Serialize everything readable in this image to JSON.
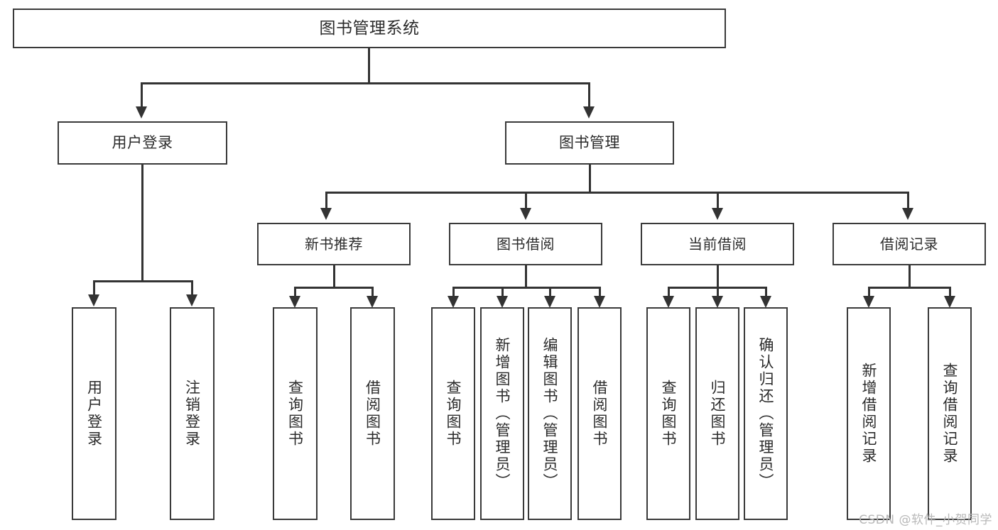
{
  "diagram": {
    "type": "tree-hierarchy",
    "title": "图书管理系统",
    "watermark": "CSDN @软件_小贺同学",
    "colors": {
      "stroke": "#333333",
      "box_border": "#3a3a3a",
      "text": "#2b2b2b",
      "background": "#ffffff",
      "watermark": "#b8b8b8"
    },
    "root": {
      "id": "root",
      "label": "图书管理系统"
    },
    "level2": [
      {
        "id": "user-login",
        "label": "用户登录"
      },
      {
        "id": "book-manage",
        "label": "图书管理"
      }
    ],
    "level3": [
      {
        "id": "new-book-recommend",
        "label": "新书推荐",
        "parent": "book-manage"
      },
      {
        "id": "book-borrow",
        "label": "图书借阅",
        "parent": "book-manage"
      },
      {
        "id": "current-borrow",
        "label": "当前借阅",
        "parent": "book-manage"
      },
      {
        "id": "borrow-record",
        "label": "借阅记录",
        "parent": "book-manage"
      }
    ],
    "leaves": {
      "user-login": [
        {
          "id": "leaf-user-login",
          "label": "用户登录"
        },
        {
          "id": "leaf-user-logout",
          "label": "注销登录"
        }
      ],
      "new-book-recommend": [
        {
          "id": "leaf-query-book-1",
          "label": "查询图书"
        },
        {
          "id": "leaf-borrow-book-1",
          "label": "借阅图书"
        }
      ],
      "book-borrow": [
        {
          "id": "leaf-query-book-2",
          "label": "查询图书"
        },
        {
          "id": "leaf-add-book",
          "label": "新增图书（管理员）"
        },
        {
          "id": "leaf-edit-book",
          "label": "编辑图书（管理员）"
        },
        {
          "id": "leaf-borrow-book-2",
          "label": "借阅图书"
        }
      ],
      "current-borrow": [
        {
          "id": "leaf-query-book-3",
          "label": "查询图书"
        },
        {
          "id": "leaf-return-book",
          "label": "归还图书"
        },
        {
          "id": "leaf-confirm-return",
          "label": "确认归还（管理员）"
        }
      ],
      "borrow-record": [
        {
          "id": "leaf-add-record",
          "label": "新增借阅记录"
        },
        {
          "id": "leaf-query-record",
          "label": "查询借阅记录"
        }
      ]
    }
  }
}
